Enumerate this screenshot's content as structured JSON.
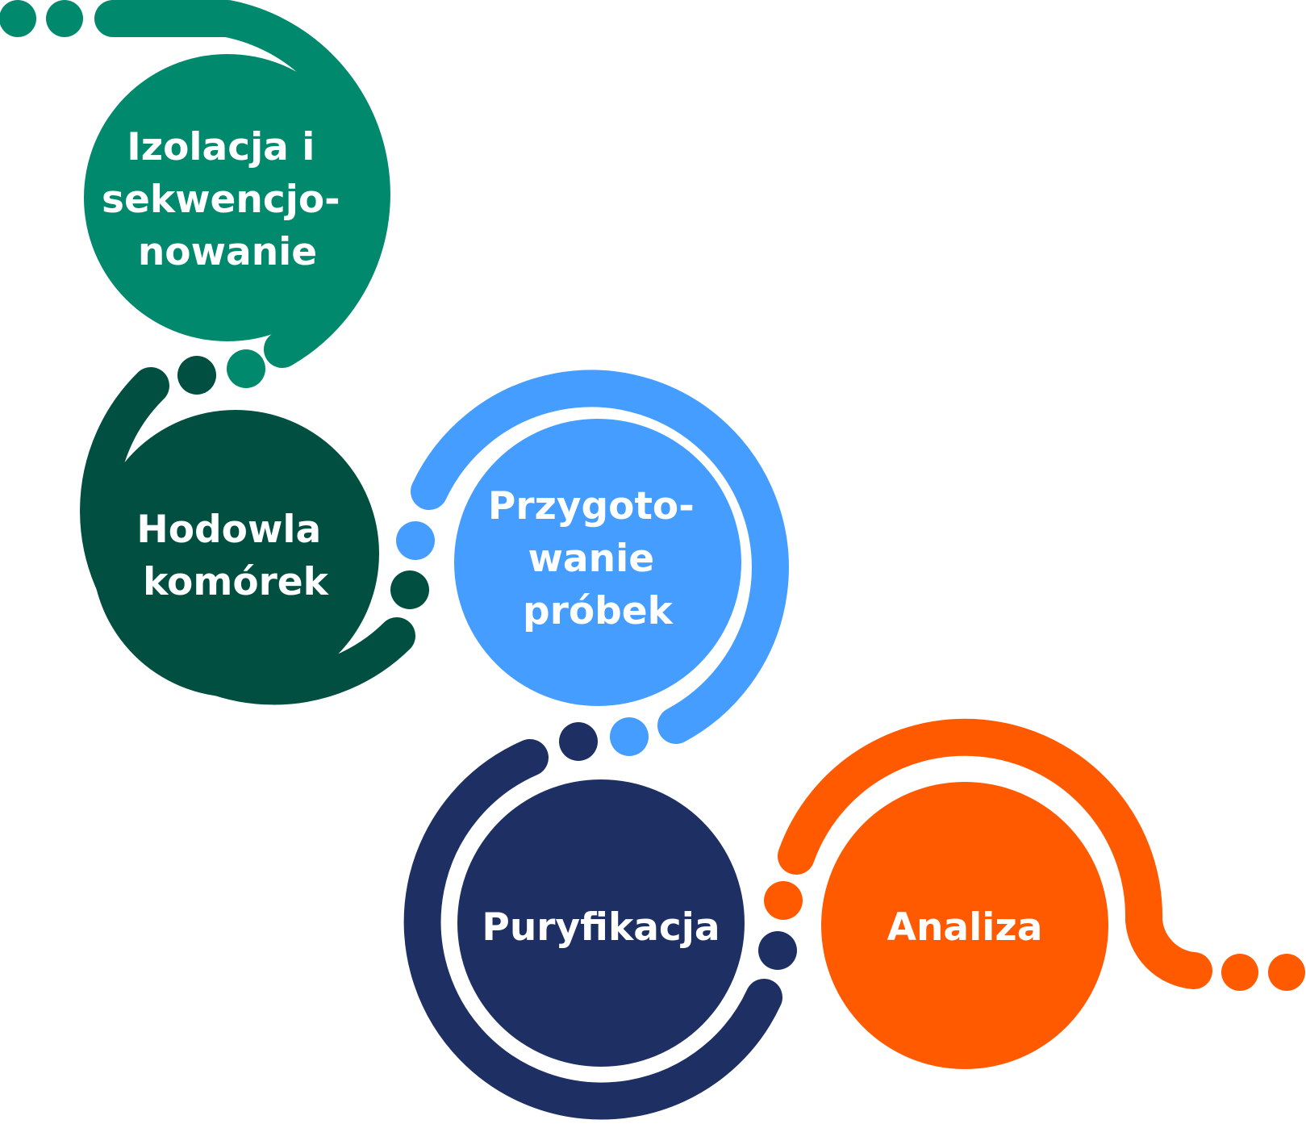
{
  "steps": [
    {
      "id": "isolation",
      "lines": [
        "Izolacja i",
        "sekwencjo-",
        "nowanie"
      ],
      "color": "#00896D"
    },
    {
      "id": "culture",
      "lines": [
        "Hodowla",
        "komórek"
      ],
      "color": "#004F41"
    },
    {
      "id": "prep",
      "lines": [
        "Przygoto-",
        "wanie",
        "próbek"
      ],
      "color": "#449DFF"
    },
    {
      "id": "purification",
      "lines": [
        "Puryfikacja"
      ],
      "color": "#1E2F63"
    },
    {
      "id": "analysis",
      "lines": [
        "Analiza"
      ],
      "color": "#FF5A00"
    }
  ]
}
